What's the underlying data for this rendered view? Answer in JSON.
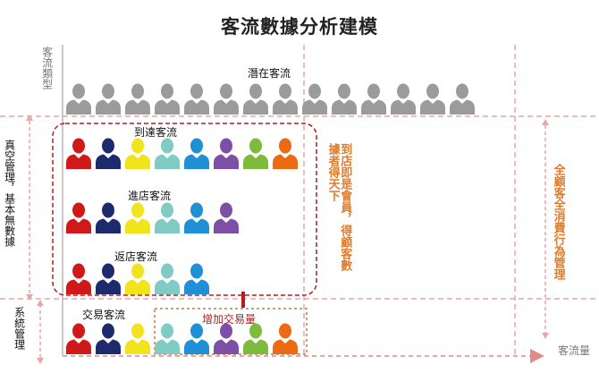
{
  "title": "客流數據分析建模",
  "axes": {
    "y_label": "客流類型",
    "x_label": "客流量"
  },
  "sections": {
    "left_top": "真空管理，基本無數據",
    "left_bottom": "系統管理"
  },
  "rows": {
    "potential": {
      "label": "潛在客流",
      "count": 14
    },
    "arrival": {
      "label": "到達客流",
      "count": 8
    },
    "enter": {
      "label": "進店客流",
      "count": 6
    },
    "return": {
      "label": "返店客流",
      "count": 5
    },
    "transaction": {
      "label": "交易客流",
      "count": 8
    },
    "increase": {
      "label": "增加交易量"
    }
  },
  "annotations": {
    "middle_right": "到店即是會員，得顧客數據者得天下",
    "far_right": "全顧客全消費行為管理"
  },
  "colors": {
    "gray": "#9b9b9b",
    "red": "#d01a1a",
    "navy": "#1d2a6e",
    "yellow": "#f2e41c",
    "teal": "#80cbc4",
    "blue": "#1f8fd6",
    "purple": "#7e4fa6",
    "green": "#7dbb3c",
    "orange": "#ec6a14",
    "dashed_line": "#e8a6a6",
    "annotation": "#e07b2a",
    "increase_text": "#b01e1e"
  },
  "palette_order": [
    "red",
    "navy",
    "yellow",
    "teal",
    "blue",
    "purple",
    "green",
    "orange"
  ]
}
